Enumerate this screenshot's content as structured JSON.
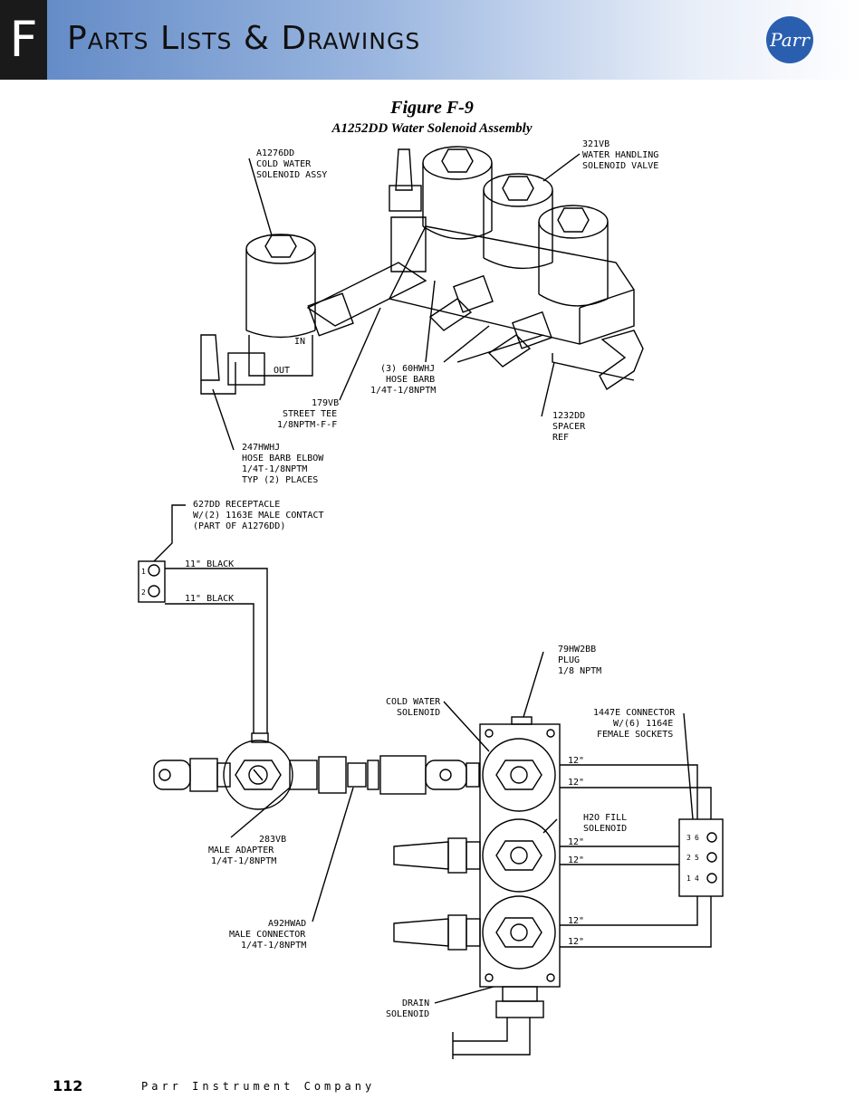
{
  "header": {
    "section_letter": "F",
    "title": "Parts Lists & Drawings",
    "logo_text": "Parr"
  },
  "figure": {
    "title": "Figure F-9",
    "subtitle": "A1252DD Water Solenoid Assembly"
  },
  "labels": {
    "a1276dd": [
      "A1276DD",
      "COLD WATER",
      "SOLENOID ASSY"
    ],
    "v321vb": [
      "321VB",
      "WATER HANDLING",
      "SOLENOID VALVE"
    ],
    "in": "IN",
    "out": "OUT",
    "hosebarb": [
      "(3) 60HWHJ",
      "HOSE BARB",
      "1/4T-1/8NPTM"
    ],
    "streettee": [
      "179VB",
      "STREET TEE",
      "1/8NPTM-F-F"
    ],
    "spacer": [
      "1232DD",
      "SPACER",
      "REF"
    ],
    "elbow": [
      "247HWHJ",
      "HOSE BARB ELBOW",
      "1/4T-1/8NPTM",
      "TYP (2) PLACES"
    ],
    "receptacle": [
      "627DD RECEPTACLE",
      "W/(2) 1163E MALE CONTACT",
      "(PART OF A1276DD)"
    ],
    "wire1": "11\" BLACK",
    "wire2": "11\" BLACK",
    "pin1": "1",
    "pin2": "2",
    "plug": [
      "79HW2BB",
      "PLUG",
      "1/8 NPTM"
    ],
    "coldsol": [
      "COLD WATER",
      "SOLENOID"
    ],
    "connector": [
      "1447E CONNECTOR",
      "W/(6) 1164E",
      "FEMALE SOCKETS"
    ],
    "h2o": [
      "H2O FILL",
      "SOLENOID"
    ],
    "wire12": "12\"",
    "adapter": [
      "283VB",
      "MALE ADAPTER",
      "1/4T-1/8NPTM"
    ],
    "maleconn": [
      "A92HWAD",
      "MALE CONNECTOR",
      "1/4T-1/8NPTM"
    ],
    "drain": [
      "DRAIN",
      "SOLENOID"
    ],
    "sockets": [
      "3",
      "6",
      "2",
      "5",
      "1",
      "4"
    ]
  },
  "footer": {
    "page_number": "112",
    "company": "Parr Instrument Company"
  }
}
